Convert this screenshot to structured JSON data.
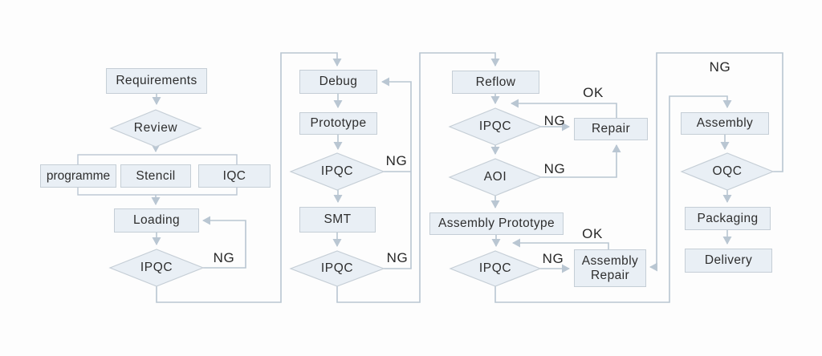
{
  "diagram": {
    "description": "SMT PCB assembly production process flowchart",
    "colors": {
      "background": "#fdfdfd",
      "node_fill": "#e9eff5",
      "node_border": "#c5ced6",
      "line": "#b9c6d2",
      "text": "#2e2e2e"
    },
    "nodes": {
      "requirements": {
        "label": "Requirements",
        "type": "process"
      },
      "review": {
        "label": "Review",
        "type": "decision"
      },
      "programme": {
        "label": "programme",
        "type": "process"
      },
      "stencil": {
        "label": "Stencil",
        "type": "process"
      },
      "iqc": {
        "label": "IQC",
        "type": "process"
      },
      "loading": {
        "label": "Loading",
        "type": "process"
      },
      "ipqc_loading": {
        "label": "IPQC",
        "type": "decision"
      },
      "debug": {
        "label": "Debug",
        "type": "process"
      },
      "prototype": {
        "label": "Prototype",
        "type": "process"
      },
      "ipqc_prototype": {
        "label": "IPQC",
        "type": "decision"
      },
      "smt": {
        "label": "SMT",
        "type": "process"
      },
      "ipqc_smt": {
        "label": "IPQC",
        "type": "decision"
      },
      "reflow": {
        "label": "Reflow",
        "type": "process"
      },
      "ipqc_reflow": {
        "label": "IPQC",
        "type": "decision"
      },
      "repair": {
        "label": "Repair",
        "type": "process"
      },
      "aoi": {
        "label": "AOI",
        "type": "decision"
      },
      "assembly_prototype": {
        "label": "Assembly Prototype",
        "type": "process"
      },
      "ipqc_assembly": {
        "label": "IPQC",
        "type": "decision"
      },
      "assembly_repair": {
        "label": "Assembly Repair",
        "type": "process"
      },
      "assembly": {
        "label": "Assembly",
        "type": "process"
      },
      "oqc": {
        "label": "OQC",
        "type": "decision"
      },
      "packaging": {
        "label": "Packaging",
        "type": "process"
      },
      "delivery": {
        "label": "Delivery",
        "type": "process"
      }
    },
    "edge_labels": {
      "ng": "NG",
      "ok": "OK"
    },
    "flow": [
      "Requirements -> Review -> {programme, Stencil, IQC} -> Loading -> IPQC",
      "IPQC NG -> Loading; IPQC pass -> Debug",
      "Debug -> Prototype -> IPQC (NG -> Debug) -> SMT -> IPQC (NG -> Debug) -> Reflow",
      "Reflow -> IPQC (NG -> Repair, Repair OK -> IPQC) -> AOI (NG -> Repair) -> Assembly Prototype -> IPQC (NG -> Assembly Repair, OK -> IPQC) -> Assembly",
      "Assembly -> OQC (NG -> Assembly Repair) -> Packaging -> Delivery"
    ]
  }
}
